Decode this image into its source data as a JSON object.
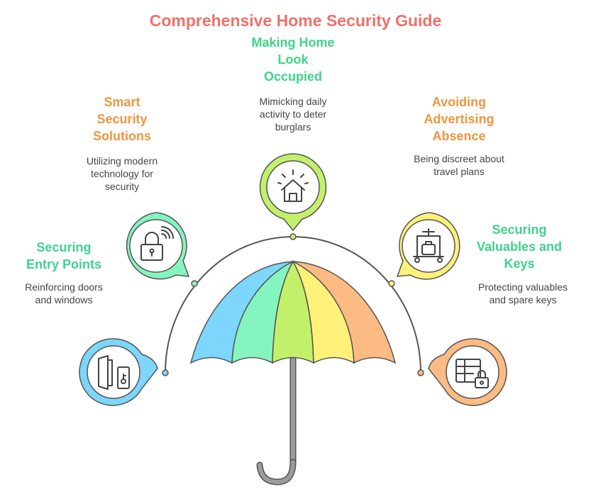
{
  "title": "Comprehensive Home Security Guide",
  "colors": {
    "title": "#f0706a",
    "heading_green": "#3ed38c",
    "heading_orange": "#f0963f",
    "segments": [
      "#7dd6fb",
      "#85f5c0",
      "#c3f06b",
      "#fdf17a",
      "#fdbb84"
    ],
    "badges": [
      "#7dd6fb",
      "#85f5c0",
      "#c3f06b",
      "#fdf17a",
      "#fdbb84"
    ]
  },
  "items": [
    {
      "heading": "Securing Entry Points",
      "lines": [
        "Securing",
        "Entry Points"
      ],
      "desc_lines": [
        "Reinforcing doors",
        "and windows"
      ],
      "icon": "door-key-icon"
    },
    {
      "heading": "Smart Security Solutions",
      "lines": [
        "Smart",
        "Security",
        "Solutions"
      ],
      "desc_lines": [
        "Utilizing modern",
        "technology for",
        "security"
      ],
      "icon": "smart-lock-icon"
    },
    {
      "heading": "Making Home Look Occupied",
      "lines": [
        "Making Home",
        "Look",
        "Occupied"
      ],
      "desc_lines": [
        "Mimicking daily",
        "activity to deter",
        "burglars"
      ],
      "icon": "house-light-icon"
    },
    {
      "heading": "Avoiding Advertising Absence",
      "lines": [
        "Avoiding",
        "Advertising",
        "Absence"
      ],
      "desc_lines": [
        "Being discreet about",
        "travel plans"
      ],
      "icon": "luggage-cart-icon"
    },
    {
      "heading": "Securing Valuables and Keys",
      "lines": [
        "Securing",
        "Valuables and",
        "Keys"
      ],
      "desc_lines": [
        "Protecting valuables",
        "and spare keys"
      ],
      "icon": "safe-lock-icon"
    }
  ]
}
